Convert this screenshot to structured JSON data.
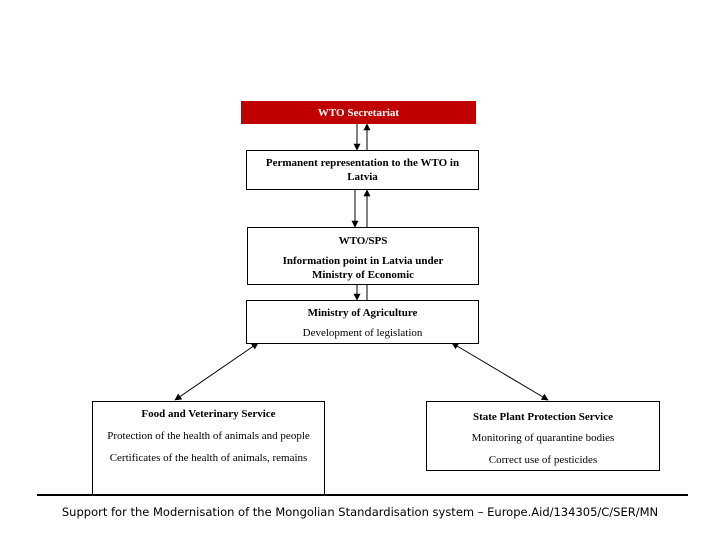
{
  "diagram": {
    "wto_secretariat": "WTO Secretariat",
    "permanent_rep": "Permanent representation to the WTO in Latvia",
    "wto_sps_title": "WTO/SPS",
    "wto_sps_text": "Information point in Latvia under Ministry of Economic",
    "ministry_title": "Ministry of Agriculture",
    "ministry_text": "Development of legislation",
    "food_vet": {
      "title": "Food and Veterinary Service",
      "item1": "Protection of the health of animals and people",
      "item2": "Certificates of the  health of animals, remains"
    },
    "plant": {
      "title": "State Plant Protection Service",
      "item1": "Monitoring of quarantine bodies",
      "item2": "Correct use of pesticides"
    }
  },
  "footer": "Support for the Modernisation of the Mongolian Standardisation system – Europe.Aid/134305/C/SER/MN",
  "colors": {
    "accent": "#c00000"
  }
}
